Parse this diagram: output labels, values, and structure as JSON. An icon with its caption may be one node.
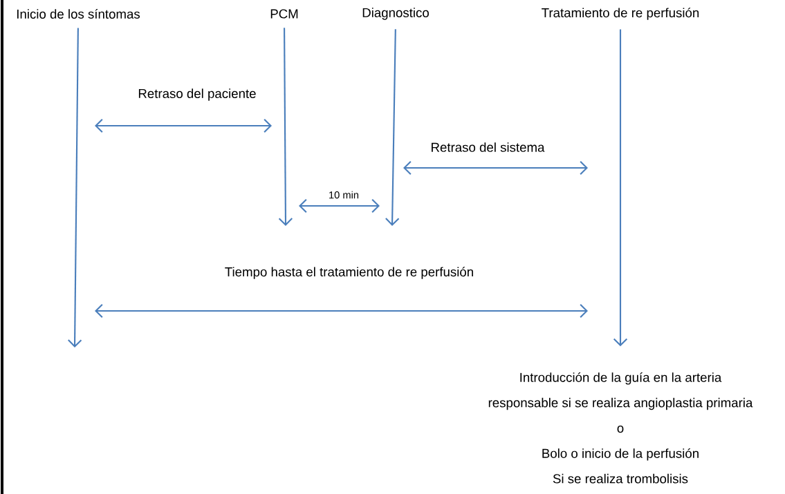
{
  "diagram": {
    "nodes": [
      {
        "text": [
          "Inicio de los síntomas"
        ]
      },
      {
        "text": [
          "PCM"
        ]
      },
      {
        "text": [
          "Diagnostico"
        ]
      },
      {
        "text": [
          "Tratamiento de re perfusión"
        ]
      },
      {
        "text": [
          "Introducción de la guía en la arteria",
          "responsable si se realiza angioplastia primaria",
          "o",
          "Bolo o inicio de la perfusión",
          "Si se realiza trombolisis"
        ]
      }
    ],
    "edges": [
      {
        "from": 0,
        "to": null,
        "arrow": "to"
      },
      {
        "from": 1,
        "to": null,
        "arrow": "to"
      },
      {
        "from": 2,
        "to": null,
        "arrow": "to"
      },
      {
        "from": 3,
        "to": 4,
        "arrow": "to"
      }
    ],
    "labels": [
      "Retraso del paciente",
      "Retraso del sistema",
      "10 min",
      "Tiempo hasta el tratamiento de re perfusión"
    ]
  }
}
